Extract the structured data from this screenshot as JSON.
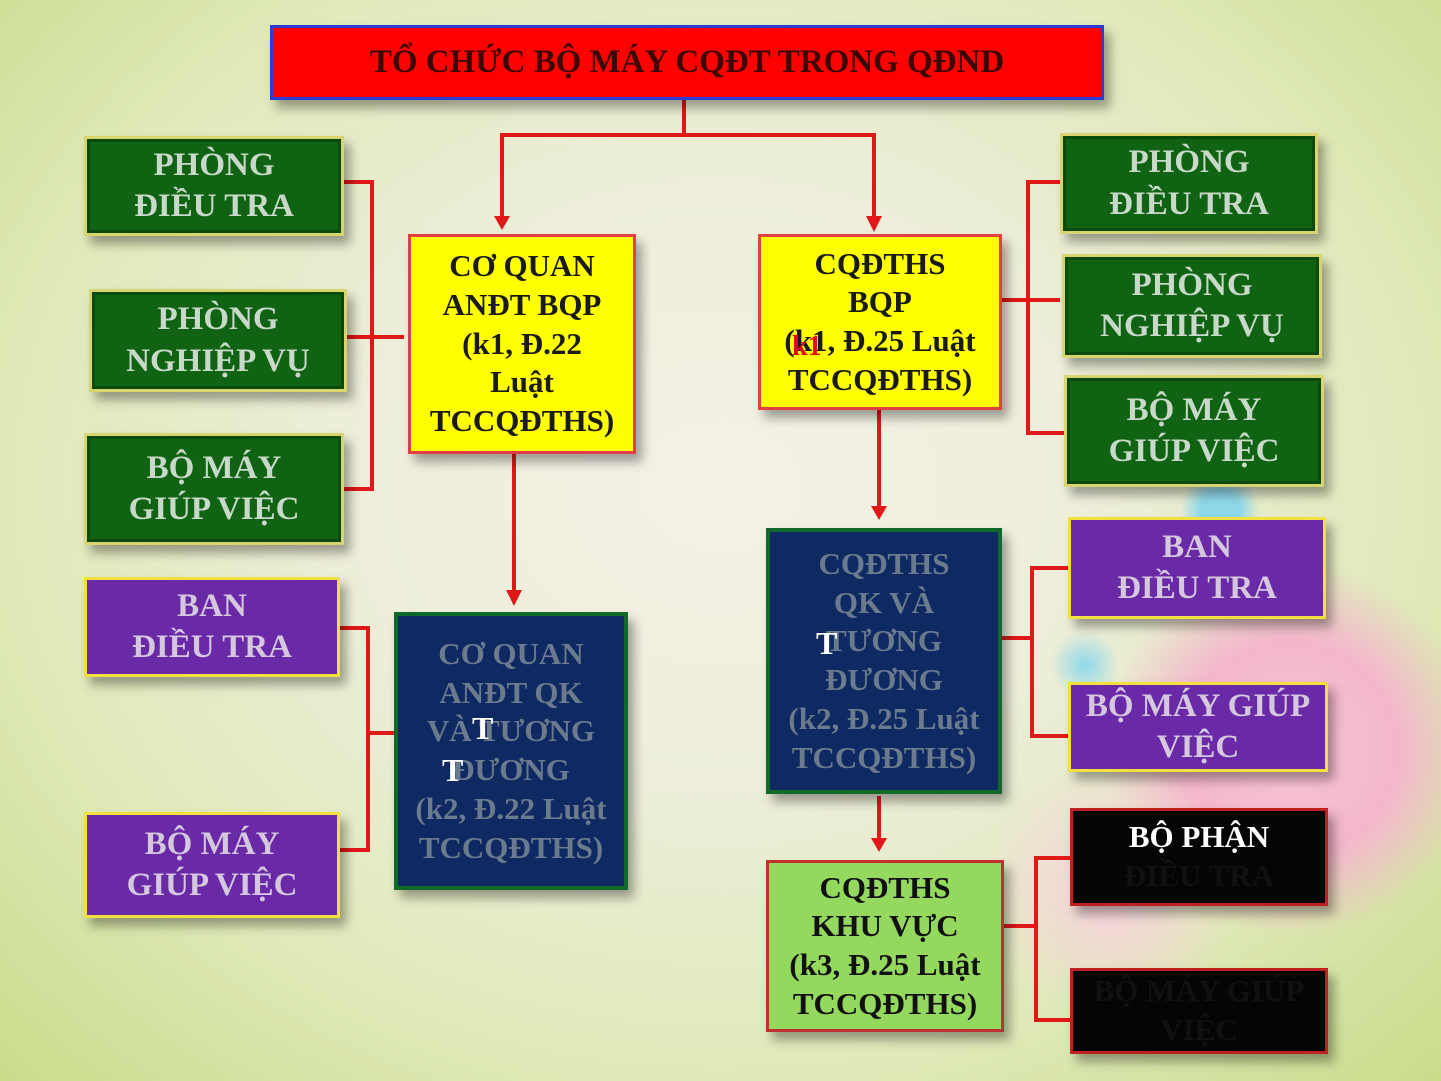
{
  "title": "TỔ CHỨC BỘ MÁY CQĐT TRONG QĐND",
  "left_top": {
    "main": [
      "CƠ QUAN",
      "ANĐT BQP",
      "(k1, Đ.22",
      "Luật",
      "TCCQĐTHS)"
    ],
    "units": [
      [
        "PHÒNG",
        "ĐIỀU TRA"
      ],
      [
        "PHÒNG",
        "NGHIỆP VỤ"
      ],
      [
        "BỘ MÁY",
        "GIÚP VIỆC"
      ]
    ]
  },
  "left_bottom": {
    "main": [
      "CƠ QUAN",
      "ANĐT QK",
      "VÀ TƯƠNG",
      "ĐƯƠNG",
      "(k2, Đ.22 Luật",
      "TCCQĐTHS)"
    ],
    "units": [
      [
        "BAN",
        "ĐIỀU TRA"
      ],
      [
        "BỘ MÁY",
        "GIÚP VIỆC"
      ]
    ],
    "overlay_glyphs": [
      "T",
      "T"
    ]
  },
  "right_top": {
    "main": [
      "CQĐTHS",
      "BQP",
      "(k1, Đ.25 Luật",
      "TCCQĐTHS)"
    ],
    "overlay_glyph": "k1",
    "units": [
      [
        "PHÒNG",
        "ĐIỀU TRA"
      ],
      [
        "PHÒNG",
        "NGHIỆP VỤ"
      ],
      [
        "BỘ MÁY",
        "GIÚP VIỆC"
      ]
    ]
  },
  "right_middle": {
    "main": [
      "CQĐTHS",
      "QK VÀ",
      "TƯƠNG",
      "ĐƯƠNG",
      "(k2, Đ.25 Luật",
      "TCCQĐTHS)"
    ],
    "overlay_glyph": "T",
    "units": [
      [
        "BAN",
        "ĐIỀU TRA"
      ],
      [
        "BỘ MÁY GIÚP",
        "VIỆC"
      ]
    ]
  },
  "right_bottom": {
    "main": [
      "CQĐTHS",
      "KHU VỰC",
      "(k3, Đ.25 Luật",
      "TCCQĐTHS)"
    ],
    "units": [
      [
        "BỘ PHẬN",
        "ĐIỀU TRA"
      ],
      [
        "BỘ MÁY GIÚP",
        "VIỆC"
      ]
    ]
  }
}
